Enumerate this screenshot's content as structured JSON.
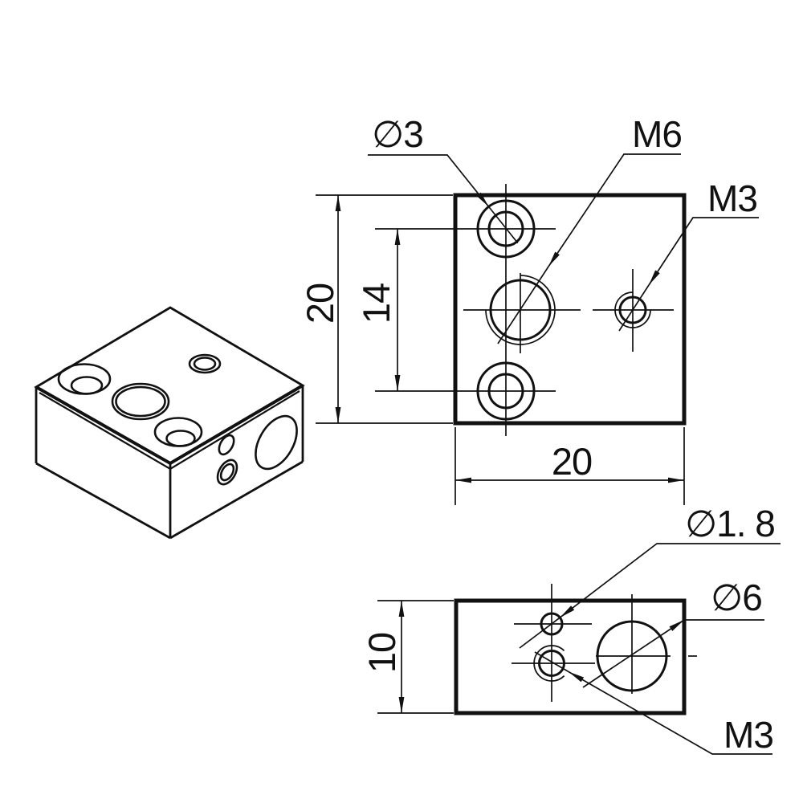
{
  "drawing": {
    "kind": "engineering-drawing",
    "part": "block 20 x 20 x 10",
    "ink": "#111111",
    "paper": "#ffffff",
    "front_view": {
      "counterbore_dia": "∅3",
      "center_thread": "M6",
      "set_screw_thread": "M3",
      "height": "20",
      "hole_spacing": "14",
      "width": "20"
    },
    "side_view": {
      "thickness": "10",
      "small_hole_dia": "∅1. 8",
      "heater_hole_dia": "∅6",
      "thread": "M3"
    },
    "part_info": {
      "overall_width_mm": 20,
      "overall_height_mm": 20,
      "overall_thickness_mm": 10,
      "mount_hole_spacing_mm": 14,
      "holes_labelled": [
        "∅3",
        "M6",
        "M3",
        "∅1. 8",
        "∅6",
        "M3"
      ]
    }
  }
}
